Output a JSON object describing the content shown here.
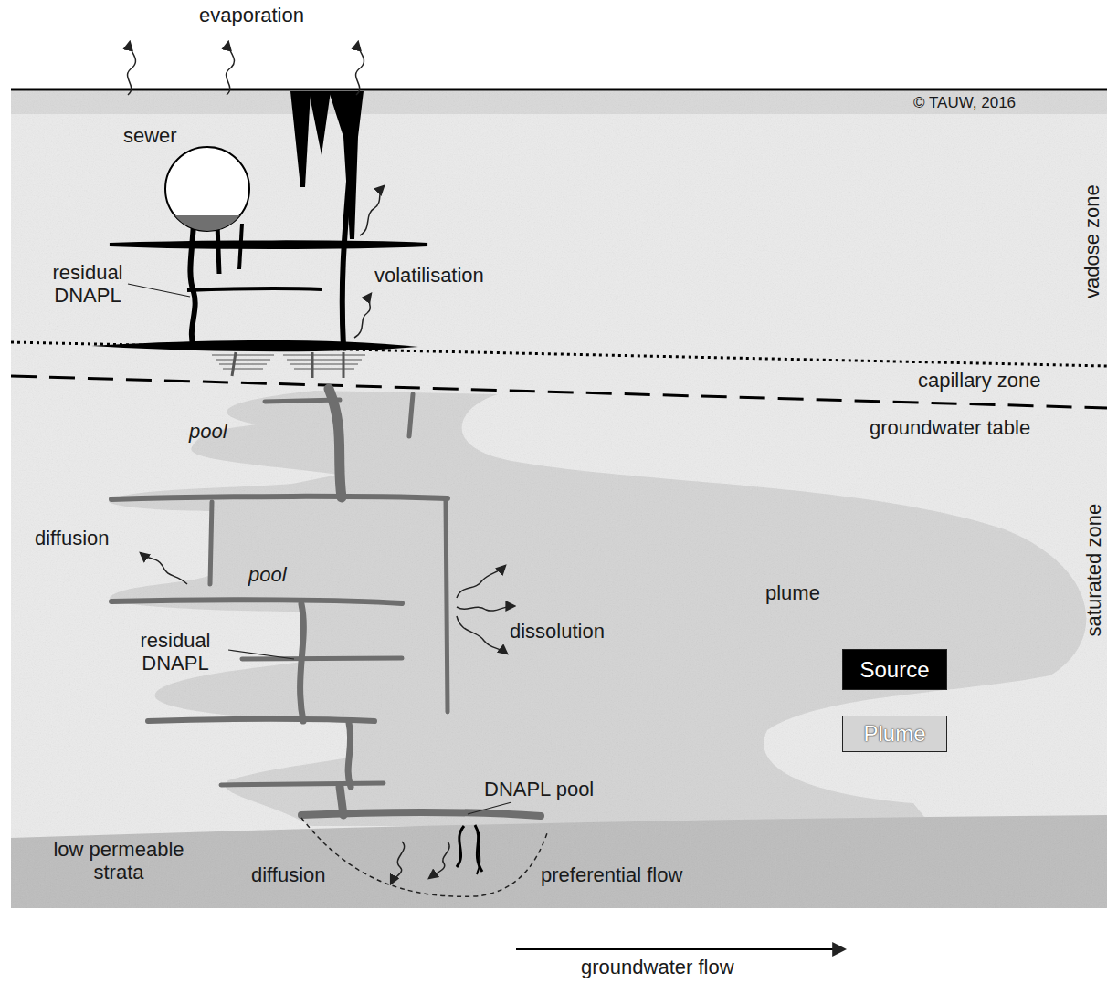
{
  "diagram": {
    "nodes": [
      {
        "text": [
          "sewer"
        ]
      }
    ],
    "labels": [
      "evaporation",
      "© TAUW, 2016",
      "vadose zone",
      "residual DNAPL",
      "volatilisation",
      "capillary zone",
      "groundwater table",
      "pool",
      "diffusion",
      "pool",
      "saturated zone",
      "plume",
      "dissolution",
      "residual DNAPL",
      "DNAPL pool",
      "low permeable strata",
      "diffusion",
      "preferential flow",
      "groundwater flow"
    ],
    "legend": [
      {
        "text": "Source",
        "color": "#000000"
      },
      {
        "text": "Plume",
        "color": "#d4d4d4"
      }
    ]
  }
}
